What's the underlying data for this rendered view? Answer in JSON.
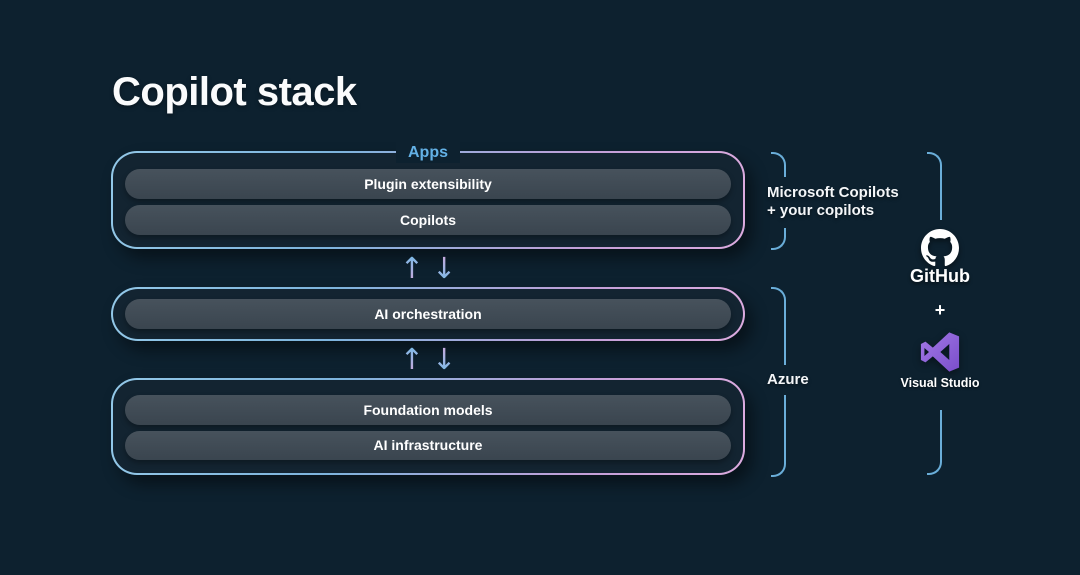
{
  "title": "Copilot stack",
  "stack": {
    "apps_group": {
      "label": "Apps",
      "items": [
        "Plugin extensibility",
        "Copilots"
      ]
    },
    "orchestration_group": {
      "items": [
        "AI orchestration"
      ]
    },
    "foundation_group": {
      "items": [
        "Foundation models",
        "AI infrastructure"
      ]
    },
    "arrow_up": "↑",
    "arrow_down": "↓"
  },
  "annotations": {
    "microsoft_copilots": {
      "line1": "Microsoft Copilots",
      "line2": "+ your copilots"
    },
    "azure": "Azure",
    "tools": {
      "github_label": "GitHub",
      "plus": "+",
      "visual_studio_label": "Visual Studio"
    }
  },
  "icons": {
    "github": "github-octocat-mark",
    "visual_studio": "visual-studio-logo"
  },
  "colors": {
    "background": "#0d212f",
    "container_fill": "#132431",
    "pill_fill": "#404b55",
    "border_gradient_start": "#93c8e8",
    "border_gradient_end": "#dcabdf",
    "apps_label_blue": "#63b1e6",
    "bracket_blue": "#6aaed9",
    "arrow_blue": "#74bce8",
    "arrow_pink": "#d5a6da",
    "visual_studio_purple": "#8a5fd0",
    "text_white": "#f7f9fa"
  }
}
